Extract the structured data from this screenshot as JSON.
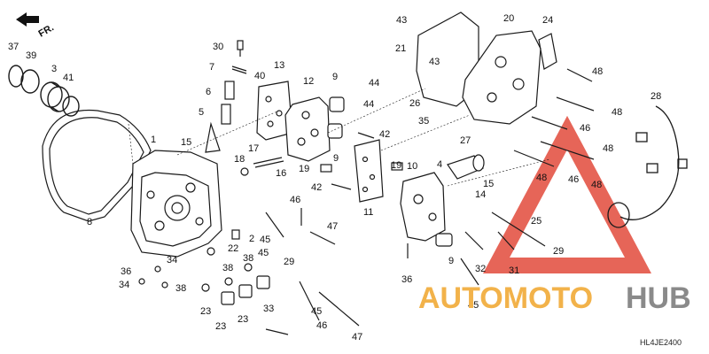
{
  "diagram": {
    "direction_label": "FR.",
    "code": "HL4JE2400",
    "watermark": {
      "part1": "AUTOMOTO",
      "part2": "HUB"
    },
    "callouts": [
      {
        "id": "c37",
        "text": "37"
      },
      {
        "id": "c39",
        "text": "39"
      },
      {
        "id": "c3",
        "text": "3"
      },
      {
        "id": "c41",
        "text": "41"
      },
      {
        "id": "c8",
        "text": "8"
      },
      {
        "id": "c1",
        "text": "1"
      },
      {
        "id": "c15a",
        "text": "15"
      },
      {
        "id": "c30",
        "text": "30"
      },
      {
        "id": "c7",
        "text": "7"
      },
      {
        "id": "c40",
        "text": "40"
      },
      {
        "id": "c6",
        "text": "6"
      },
      {
        "id": "c5",
        "text": "5"
      },
      {
        "id": "c13",
        "text": "13"
      },
      {
        "id": "c12",
        "text": "12"
      },
      {
        "id": "c9a",
        "text": "9"
      },
      {
        "id": "c44a",
        "text": "44"
      },
      {
        "id": "c44b",
        "text": "44"
      },
      {
        "id": "c17",
        "text": "17"
      },
      {
        "id": "c18",
        "text": "18"
      },
      {
        "id": "c16",
        "text": "16"
      },
      {
        "id": "c42a",
        "text": "42"
      },
      {
        "id": "c9b",
        "text": "9"
      },
      {
        "id": "c19a",
        "text": "19"
      },
      {
        "id": "c42b",
        "text": "42"
      },
      {
        "id": "c11",
        "text": "11"
      },
      {
        "id": "c43a",
        "text": "43"
      },
      {
        "id": "c43b",
        "text": "43"
      },
      {
        "id": "c21",
        "text": "21"
      },
      {
        "id": "c20",
        "text": "20"
      },
      {
        "id": "c24",
        "text": "24"
      },
      {
        "id": "c48a",
        "text": "48"
      },
      {
        "id": "c48b",
        "text": "48"
      },
      {
        "id": "c48c",
        "text": "48"
      },
      {
        "id": "c26",
        "text": "26"
      },
      {
        "id": "c35",
        "text": "35"
      },
      {
        "id": "c46a",
        "text": "46"
      },
      {
        "id": "c28",
        "text": "28"
      },
      {
        "id": "c27",
        "text": "27"
      },
      {
        "id": "c10",
        "text": "10"
      },
      {
        "id": "c4",
        "text": "4"
      },
      {
        "id": "c19b",
        "text": "19"
      },
      {
        "id": "c48d",
        "text": "48"
      },
      {
        "id": "c46b",
        "text": "46"
      },
      {
        "id": "c48e",
        "text": "48"
      },
      {
        "id": "c15b",
        "text": "15"
      },
      {
        "id": "c14",
        "text": "14"
      },
      {
        "id": "c25",
        "text": "25"
      },
      {
        "id": "c46c",
        "text": "46"
      },
      {
        "id": "c47a",
        "text": "47"
      },
      {
        "id": "c22",
        "text": "22"
      },
      {
        "id": "c2",
        "text": "2"
      },
      {
        "id": "c45a",
        "text": "45"
      },
      {
        "id": "c45b",
        "text": "45"
      },
      {
        "id": "c29a",
        "text": "29"
      },
      {
        "id": "c29b",
        "text": "29"
      },
      {
        "id": "c9c",
        "text": "9"
      },
      {
        "id": "c32",
        "text": "32"
      },
      {
        "id": "c31",
        "text": "31"
      },
      {
        "id": "c36a",
        "text": "36"
      },
      {
        "id": "c36b",
        "text": "36"
      },
      {
        "id": "c34a",
        "text": "34"
      },
      {
        "id": "c34b",
        "text": "34"
      },
      {
        "id": "c38a",
        "text": "38"
      },
      {
        "id": "c38b",
        "text": "38"
      },
      {
        "id": "c38c",
        "text": "38"
      },
      {
        "id": "c23a",
        "text": "23"
      },
      {
        "id": "c23b",
        "text": "23"
      },
      {
        "id": "c23c",
        "text": "23"
      },
      {
        "id": "c33",
        "text": "33"
      },
      {
        "id": "c45c",
        "text": "45"
      },
      {
        "id": "c45d",
        "text": "45"
      },
      {
        "id": "c46d",
        "text": "46"
      },
      {
        "id": "c47b",
        "text": "47"
      }
    ]
  },
  "colors": {
    "line": "#1a1a1a",
    "watermark_red": "#e24a3b",
    "watermark_orange": "#f2b24a",
    "watermark_gray": "#8a8a8a"
  }
}
